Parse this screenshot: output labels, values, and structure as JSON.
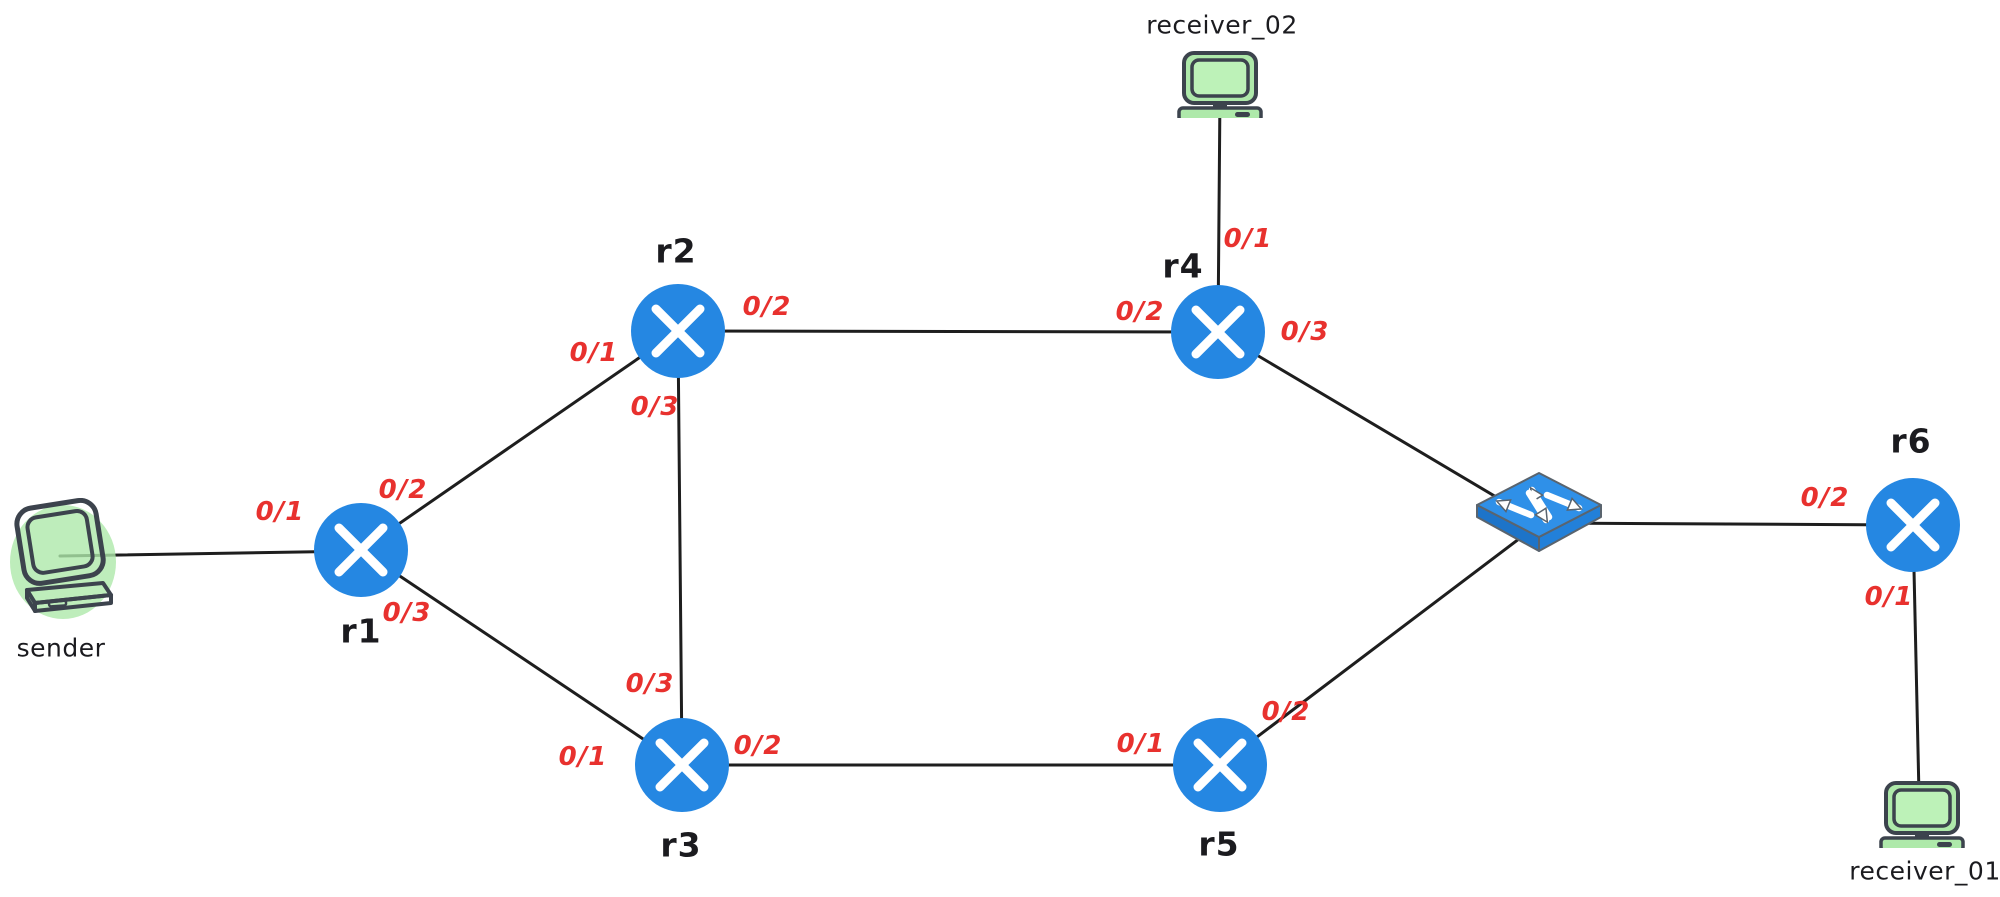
{
  "colors": {
    "router_fill": "#2587e2",
    "switch_fill": "#2f90e8",
    "switch_side_left": "#1d74c9",
    "switch_side_right": "#2280d9",
    "switch_stroke": "#5a646e",
    "host_fill": "#aee9aa",
    "host_screen": "#bdf2b8",
    "host_stroke": "#3c434d",
    "link_color": "#1e1e1e",
    "node_label_color": "#1b1b1f",
    "port_label_color": "#e8312e"
  },
  "nodes": {
    "sender": {
      "label": "sender",
      "type": "host-computer"
    },
    "r1": {
      "label": "r1",
      "type": "router"
    },
    "r2": {
      "label": "r2",
      "type": "router"
    },
    "r3": {
      "label": "r3",
      "type": "router"
    },
    "r4": {
      "label": "r4",
      "type": "router"
    },
    "r5": {
      "label": "r5",
      "type": "router"
    },
    "r6": {
      "label": "r6",
      "type": "router"
    },
    "switch1": {
      "type": "switch"
    },
    "receiver_01": {
      "label": "receiver_01",
      "type": "host-computer"
    },
    "receiver_02": {
      "label": "receiver_02",
      "type": "host-computer"
    }
  },
  "links": [
    {
      "from": "sender",
      "to": "r1",
      "to_port": "0/1"
    },
    {
      "from": "r1",
      "to": "r2",
      "from_port": "0/2",
      "to_port": "0/1"
    },
    {
      "from": "r1",
      "to": "r3",
      "from_port": "0/3",
      "to_port": "0/1"
    },
    {
      "from": "r2",
      "to": "r4",
      "from_port": "0/2",
      "to_port": "0/2"
    },
    {
      "from": "r2",
      "to": "r3",
      "from_port": "0/3",
      "to_port": "0/3"
    },
    {
      "from": "r3",
      "to": "r5",
      "from_port": "0/2",
      "to_port": "0/1"
    },
    {
      "from": "receiver_02",
      "to": "r4",
      "to_port": "0/1"
    },
    {
      "from": "r4",
      "to": "switch1",
      "from_port": "0/3"
    },
    {
      "from": "r5",
      "to": "switch1",
      "from_port": "0/2"
    },
    {
      "from": "switch1",
      "to": "r6",
      "to_port": "0/2"
    },
    {
      "from": "r6",
      "to": "receiver_01",
      "from_port": "0/1"
    }
  ]
}
